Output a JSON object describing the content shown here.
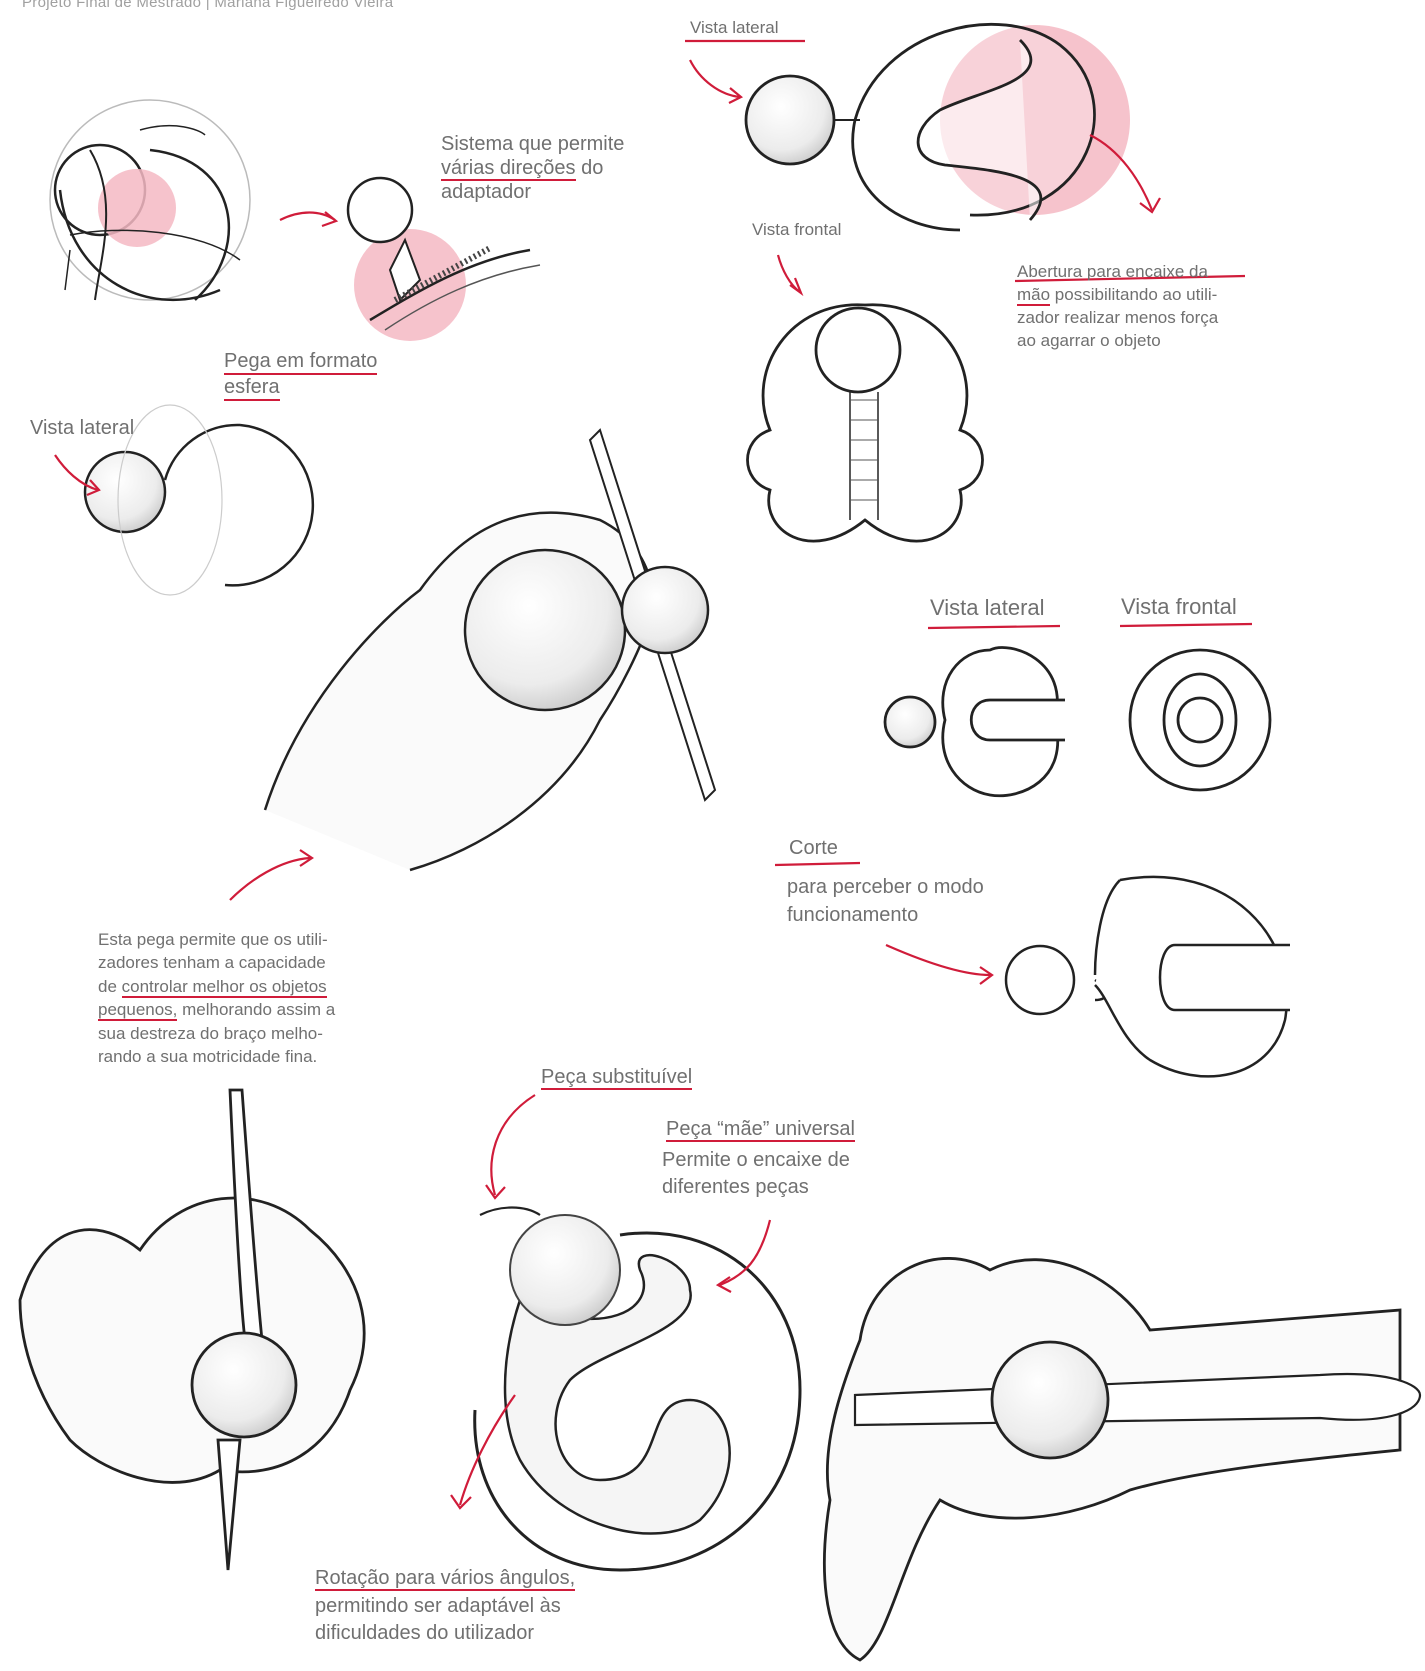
{
  "header": "Projeto Final de Mestrado | Mariana Figueiredo Vieira",
  "labels": {
    "sistema": [
      "Sistema que permite",
      "várias direções",
      " do",
      "adaptador"
    ],
    "pega_formato": [
      "Pega em formato",
      "esfera"
    ],
    "vista_lateral_1": "Vista lateral",
    "vista_lateral_2": "Vista lateral",
    "vista_frontal_1": "Vista frontal",
    "abertura": [
      "Abertura para  encaixe da",
      "mão",
      " possibilitando ao utili-",
      "zador realizar menos força",
      "ao agarrar o objeto"
    ],
    "vista_lateral_3": "Vista lateral",
    "vista_frontal_2": "Vista frontal",
    "corte": "Corte",
    "corte_desc": [
      "para perceber o modo",
      "funcionamento"
    ],
    "esta_pega": [
      "Esta pega permite que os utili-",
      "zadores  tenham a capacidade",
      "de ",
      "controlar melhor os objetos",
      "pequenos,",
      " melhorando assim a",
      "sua destreza do braço melho-",
      "rando a sua motricidade fina."
    ],
    "peca_substituivel": "Peça substituível",
    "peca_mae": "Peça “mãe” universal",
    "peca_mae_desc": [
      "Permite o encaixe de",
      "diferentes peças"
    ],
    "rotacao": [
      "Rotação para vários ângulos,",
      "permitindo ser adaptável às",
      "dificuldades do utilizador"
    ]
  },
  "colors": {
    "accent": "#d01c3a",
    "highlight": "#f4b8c3",
    "ink": "#222222",
    "text": "#707070"
  }
}
